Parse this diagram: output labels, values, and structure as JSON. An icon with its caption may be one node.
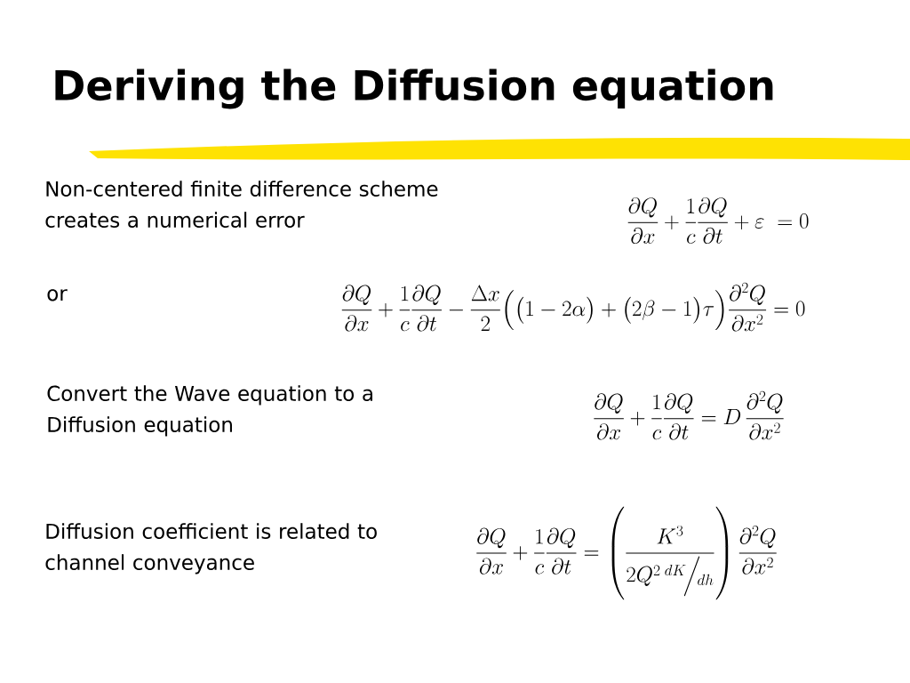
{
  "diagram": {
    "title": "Deriving the Diffusion equation",
    "labels": [
      "Non-centered finite difference scheme creates a numerical error",
      "\\frac{\\partial Q}{\\partial x}+\\frac{1}{c}\\frac{\\partial Q}{\\partial t}+\\varepsilon\\;=0",
      "or",
      "\\frac{\\partial Q}{\\partial x}+\\frac{1}{c}\\frac{\\partial Q}{\\partial t}-\\frac{\\Delta x}{2}\\Big(\\big(1-2\\alpha\\big)+\\big(2\\beta-1\\big)\\tau\\Big)\\frac{\\partial^{2} Q}{\\partial x^{2}}=0",
      "Convert the Wave equation to a Diffusion equation",
      "\\frac{\\partial Q}{\\partial x}+\\frac{1}{c}\\frac{\\partial Q}{\\partial t}=D\\,\\frac{\\partial^{2} Q}{\\partial x^{2}}",
      "Diffusion coefficient is related to channel conveyance",
      "\\frac{\\partial Q}{\\partial x}+\\frac{1}{c}\\frac{\\partial Q}{\\partial t}=\\left(\\frac{K^{3}}{2Q^{2}\\,{}^{dK}\\!\\Big/\\!{}_{dh}}\\right)\\frac{\\partial^{2} Q}{\\partial x^{2}}"
    ]
  }
}
